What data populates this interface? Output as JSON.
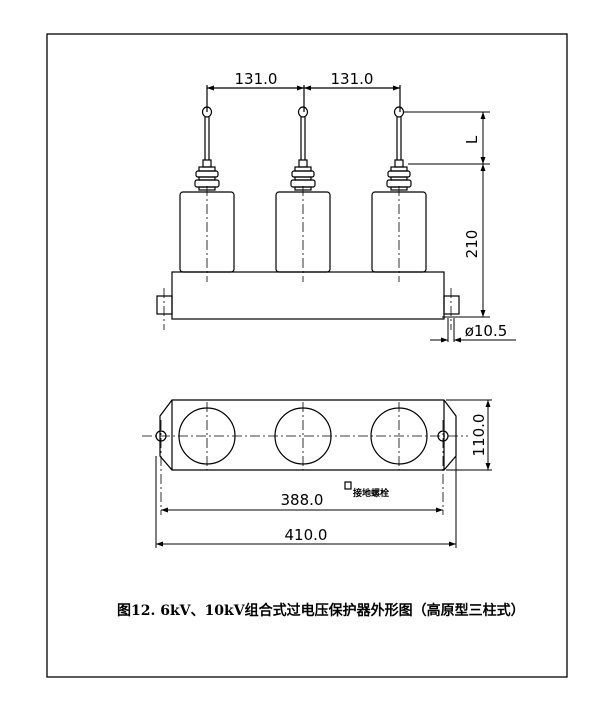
{
  "dimensions": {
    "pitch_left": "131.0",
    "pitch_right": "131.0",
    "lead_length": "L",
    "height": "210",
    "hole_diameter": "ø10.5",
    "width_inner": "388.0",
    "width_outer": "410.0",
    "depth": "110.0"
  },
  "labels": {
    "ground_bolt": "接地螺栓"
  },
  "caption": "图12. 6kV、10kV组合式过电压保护器外形图（高原型三柱式）"
}
